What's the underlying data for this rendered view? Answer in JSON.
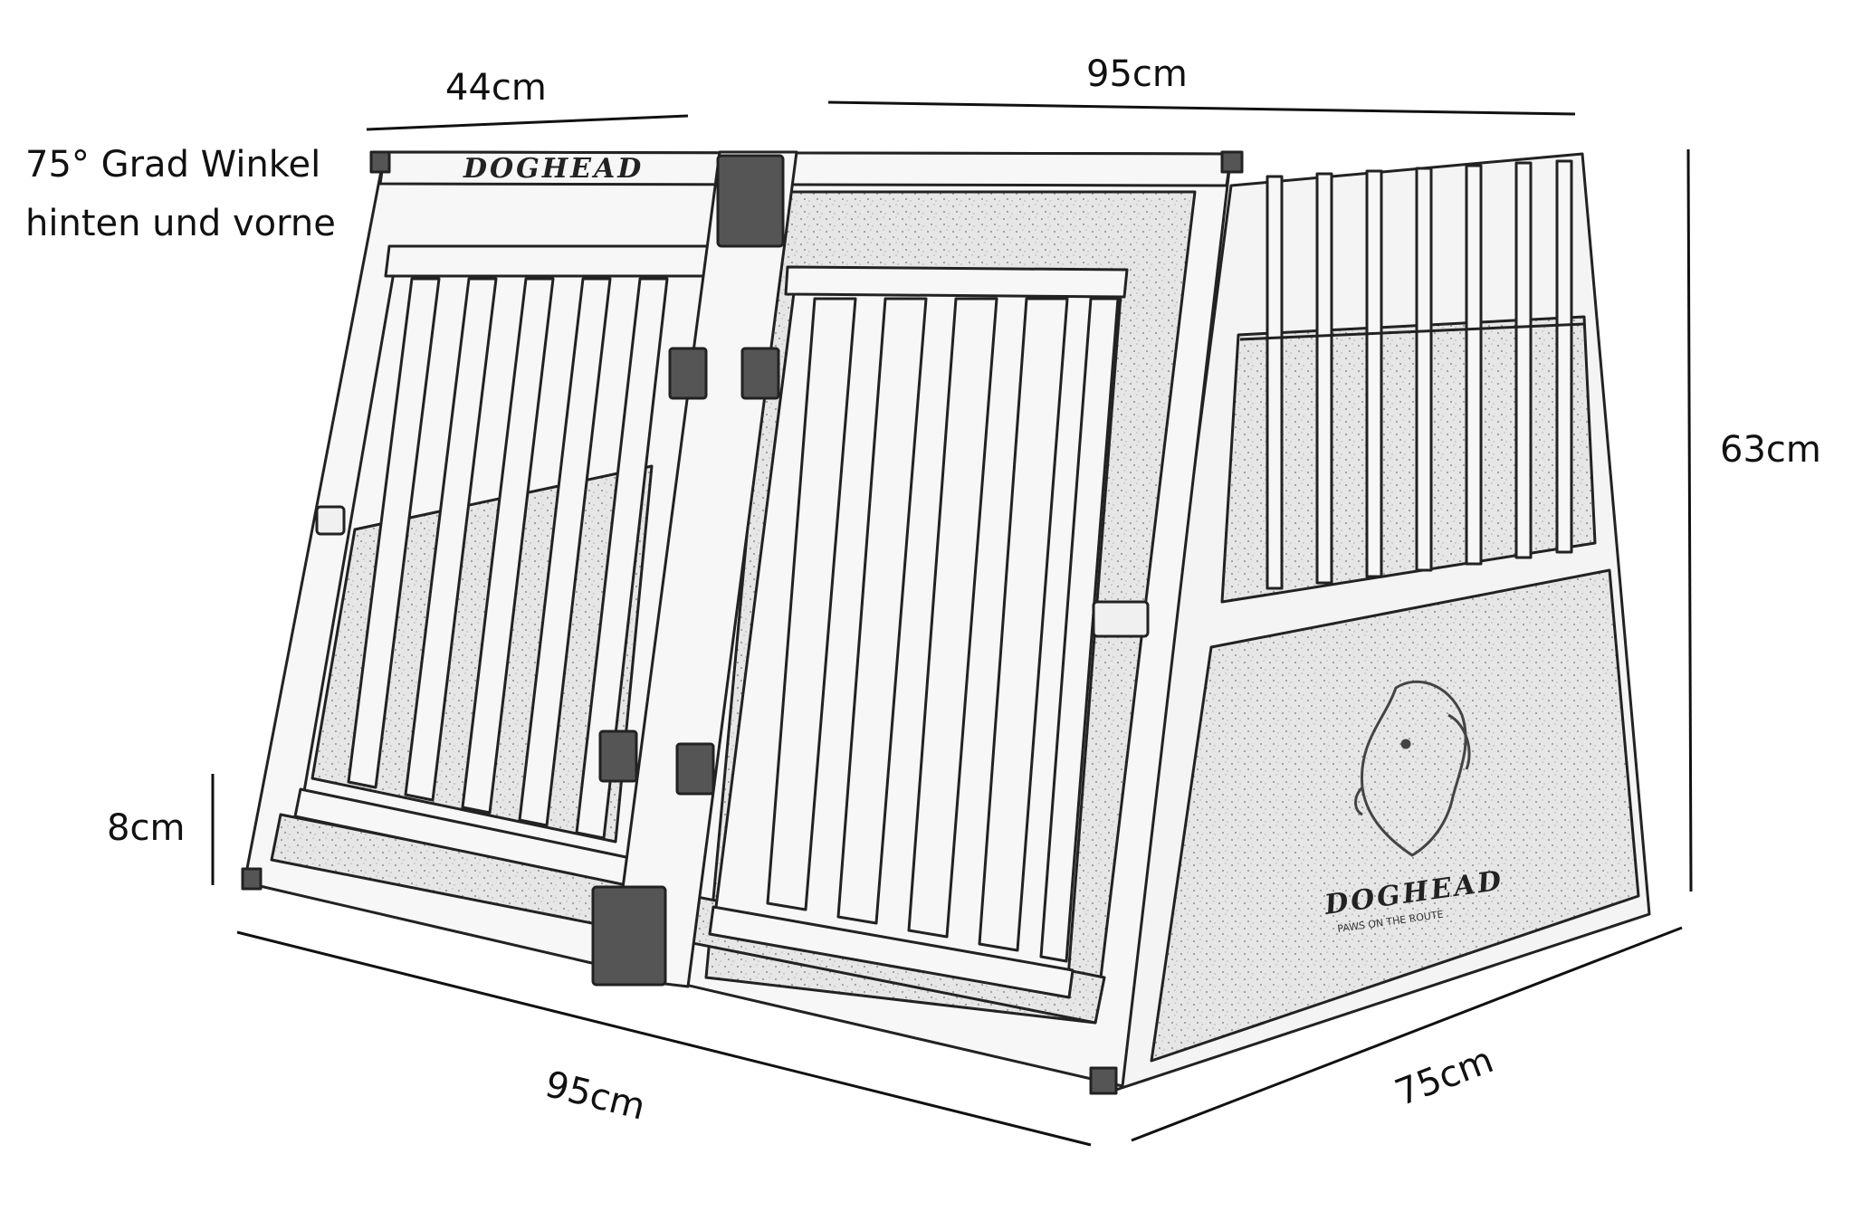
{
  "annotation": {
    "angle_note_line1": "75° Grad Winkel",
    "angle_note_line2": "hinten und vorne"
  },
  "dimensions": {
    "top_left_width": "44cm",
    "top_length": "95cm",
    "height": "63cm",
    "bottom_rail_height": "8cm",
    "bottom_length": "95cm",
    "depth": "75cm"
  },
  "branding": {
    "front_logo": "DOGHEAD",
    "side_logo": "DOGHEAD",
    "side_tagline": "PAWS ON THE ROUTE"
  },
  "colors": {
    "line": "#222222",
    "panel_fill": "#e9e9e9",
    "metal_fill": "#f7f7f7",
    "plate_fill": "#555555"
  },
  "icons": {
    "dog_head": "dog-head-icon"
  }
}
